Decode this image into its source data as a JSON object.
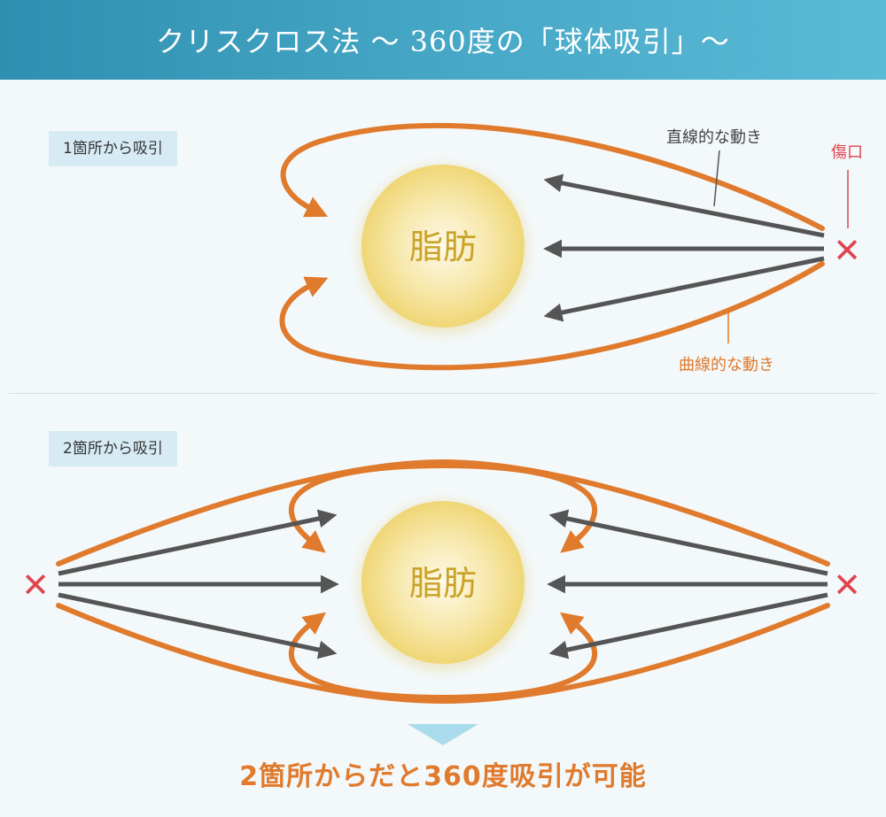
{
  "header": {
    "title": "クリスクロス法 ～ 360度の「球体吸引」～"
  },
  "section1": {
    "label": "1箇所から吸引",
    "fat_label": "脂肪",
    "straight_motion_label": "直線的な動き",
    "curved_motion_label": "曲線的な動き",
    "wound_label": "傷口",
    "wound_mark": "✕"
  },
  "section2": {
    "label": "2箇所から吸引",
    "fat_label": "脂肪",
    "wound_mark_left": "✕",
    "wound_mark_right": "✕"
  },
  "conclusion": {
    "text": "2箇所からだと360度吸引が可能"
  },
  "colors": {
    "orange": "#e07a2c",
    "dark_arrow": "#555555",
    "wound_red": "#e0454f",
    "fat_text": "#c9a227",
    "header_bg": "#3a9ec0",
    "triangle": "#a9dbec"
  }
}
